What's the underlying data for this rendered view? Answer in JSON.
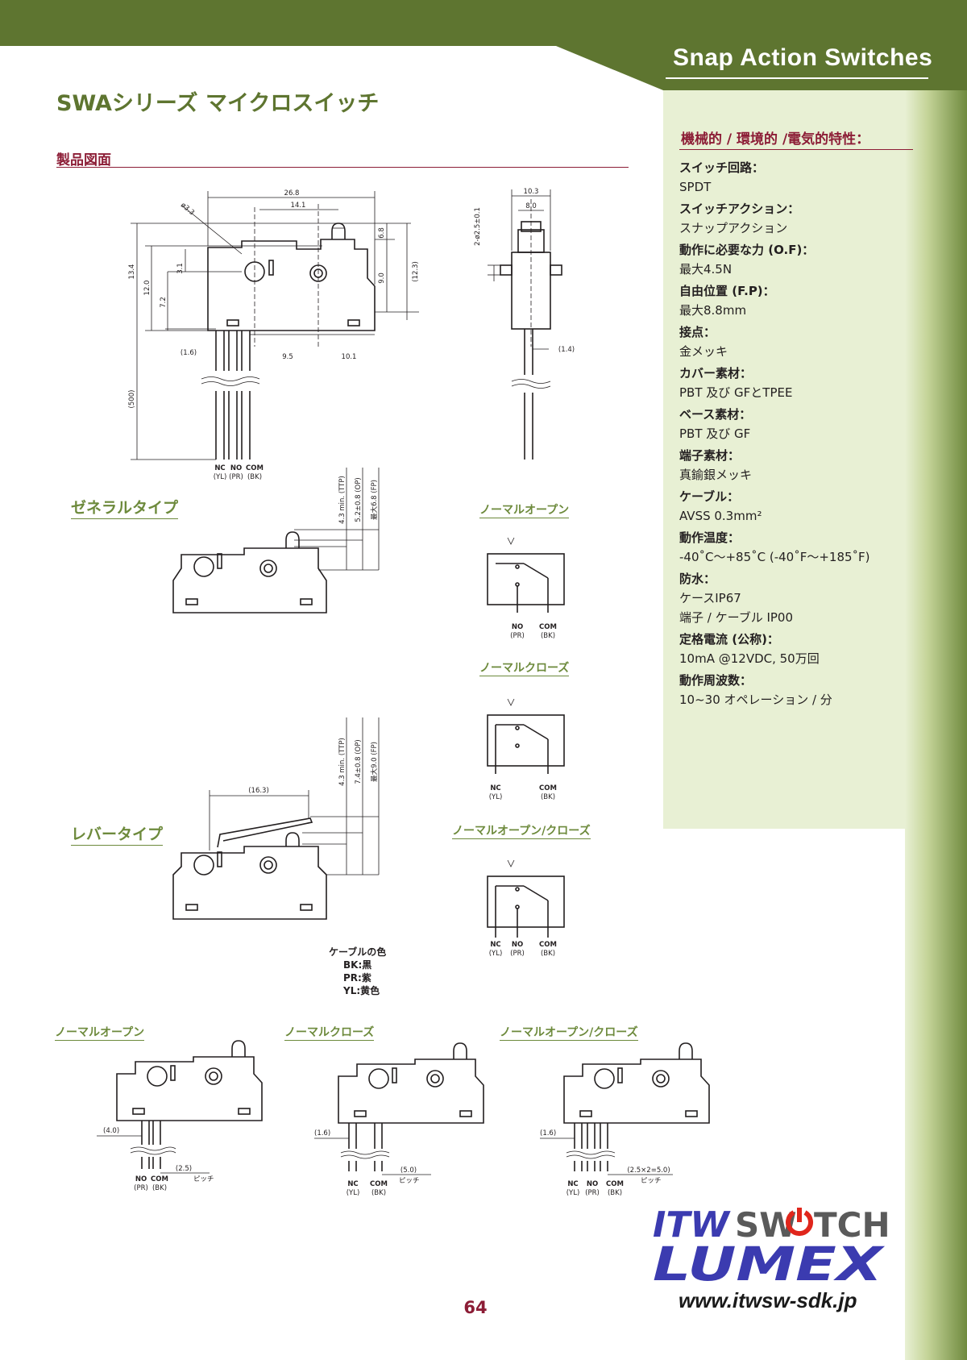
{
  "banner": {
    "title": "Snap Action Switches"
  },
  "page_title": "SWAシリーズ マイクロスイッチ",
  "section_title": "製品図面",
  "specs": {
    "title": "機械的 / 環境的 /電気的特性：",
    "items": [
      {
        "label": "スイッチ回路：",
        "values": [
          "SPDT"
        ]
      },
      {
        "label": "スイッチアクション：",
        "values": [
          "スナップアクション"
        ]
      },
      {
        "label": "動作に必要な力 (O.F)：",
        "values": [
          "最大4.5N"
        ]
      },
      {
        "label": "自由位置 (F.P)：",
        "values": [
          "最大8.8mm"
        ]
      },
      {
        "label": "接点：",
        "values": [
          "金メッキ"
        ]
      },
      {
        "label": "カバー素材：",
        "values": [
          "PBT 及び GFとTPEE"
        ]
      },
      {
        "label": "ベース素材：",
        "values": [
          "PBT 及び GF"
        ]
      },
      {
        "label": "端子素材：",
        "values": [
          "真鍮銀メッキ"
        ]
      },
      {
        "label": "ケーブル：",
        "values": [
          "AVSS 0.3mm²"
        ]
      },
      {
        "label": "動作温度：",
        "values": [
          "-40˚C～+85˚C (-40˚F～+185˚F)"
        ]
      },
      {
        "label": "防水：",
        "values": [
          "ケースIP67",
          "端子 / ケーブル IP00"
        ]
      },
      {
        "label": "定格電流 (公称)：",
        "values": [
          "10mA @12VDC, 50万回"
        ]
      },
      {
        "label": "動作周波数：",
        "values": [
          "10~30 オペレーション / 分"
        ]
      }
    ]
  },
  "drawing_main": {
    "dims": [
      "26.8",
      "14.1",
      "ø3.3",
      "3.1",
      "6.8",
      "13.4",
      "12.0",
      "7.2",
      "9.0",
      "(12.3)",
      "(1.6)",
      "9.5",
      "10.1",
      "(500)"
    ],
    "terminals": [
      "NC",
      "NO",
      "COM"
    ],
    "terminal_colors": [
      "(YL)",
      "(PR)",
      "(BK)"
    ]
  },
  "drawing_side": {
    "dims": [
      "10.3",
      "8.0",
      "2-ø2.5±0.1",
      "(1.4)"
    ]
  },
  "general_type": {
    "label": "ゼネラルタイプ",
    "dims": [
      "4.3 min. (TTP)",
      "5.2±0.8 (OP)",
      "最大6.8 (FP)"
    ]
  },
  "lever_type": {
    "label": "レバータイプ",
    "dims": [
      "(16.3)",
      "4.3 min. (TTP)",
      "7.4±0.8 (OP)",
      "最大9.0 (FP)"
    ]
  },
  "circuits": [
    {
      "label": "ノーマルオープン",
      "terminals": [
        "NO",
        "COM"
      ],
      "colors": [
        "(PR)",
        "(BK)"
      ]
    },
    {
      "label": "ノーマルクローズ",
      "terminals": [
        "NC",
        "COM"
      ],
      "colors": [
        "(YL)",
        "(BK)"
      ]
    },
    {
      "label": "ノーマルオープン/クローズ",
      "terminals": [
        "NC",
        "NO",
        "COM"
      ],
      "colors": [
        "(YL)",
        "(PR)",
        "(BK)"
      ]
    }
  ],
  "cable_colors": {
    "title": "ケーブルの色",
    "items": [
      "BK:黒",
      "PR:紫",
      "YL:黄色"
    ]
  },
  "bottom_views": [
    {
      "label": "ノーマルオープン",
      "offset": "(4.0)",
      "pitch": "(2.5)",
      "pitch_label": "ピッチ",
      "terminals": [
        "NO",
        "COM"
      ],
      "colors": [
        "(PR)",
        "(BK)"
      ]
    },
    {
      "label": "ノーマルクローズ",
      "offset": "(1.6)",
      "pitch": "(5.0)",
      "pitch_label": "ピッチ",
      "terminals": [
        "NC",
        "COM"
      ],
      "colors": [
        "(YL)",
        "(BK)"
      ]
    },
    {
      "label": "ノーマルオープン/クローズ",
      "offset": "(1.6)",
      "pitch": "(2.5×2=5.0)",
      "pitch_label": "ピッチ",
      "terminals": [
        "NC",
        "NO",
        "COM"
      ],
      "colors": [
        "(YL)",
        "(PR)",
        "(BK)"
      ]
    }
  ],
  "logo": {
    "line1_a": "ITW",
    "line1_b": "SW",
    "line1_c": "TCH",
    "line2": "LUMEX"
  },
  "website": "www.itwsw-sdk.jp",
  "page_number": "64",
  "colors": {
    "olive": "#5e7530",
    "panel": "#e8f0d4",
    "maroon": "#8c1d36",
    "logo_blue": "#3b3bb0"
  }
}
